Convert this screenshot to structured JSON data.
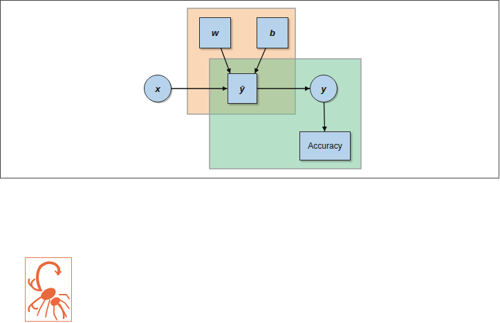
{
  "diagram": {
    "nodes": [
      {
        "text": [
          "w"
        ]
      },
      {
        "text": [
          "b"
        ]
      },
      {
        "text": [
          "x"
        ]
      },
      {
        "text": [
          "ŷ"
        ]
      },
      {
        "text": [
          "y"
        ]
      },
      {
        "text": [
          "Accuracy"
        ]
      }
    ],
    "edges": [
      {
        "from": 0,
        "to": 3,
        "arrow": "to"
      },
      {
        "from": 1,
        "to": 3,
        "arrow": "to"
      },
      {
        "from": 2,
        "to": 3,
        "arrow": "to"
      },
      {
        "from": 3,
        "to": 4,
        "arrow": "to"
      },
      {
        "from": 4,
        "to": 5,
        "arrow": "to"
      }
    ]
  }
}
